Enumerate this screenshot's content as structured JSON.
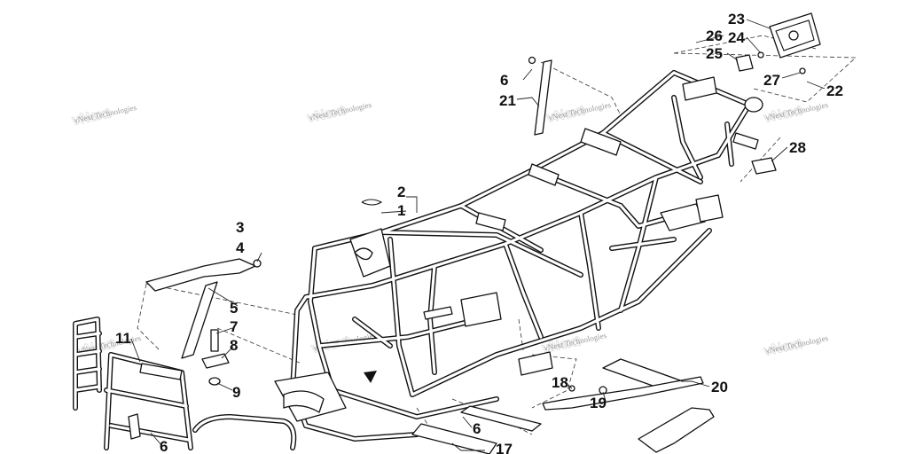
{
  "diagram": {
    "watermark_text": "vNext Technologies",
    "callouts": [
      {
        "id": "c1",
        "text": "1"
      },
      {
        "id": "c2",
        "text": "2"
      },
      {
        "id": "c3",
        "text": "3"
      },
      {
        "id": "c4",
        "text": "4"
      },
      {
        "id": "c5",
        "text": "5"
      },
      {
        "id": "c6a",
        "text": "6"
      },
      {
        "id": "c6b",
        "text": "6"
      },
      {
        "id": "c6c",
        "text": "6"
      },
      {
        "id": "c7",
        "text": "7"
      },
      {
        "id": "c8",
        "text": "8"
      },
      {
        "id": "c9",
        "text": "9"
      },
      {
        "id": "c11",
        "text": "11"
      },
      {
        "id": "c17",
        "text": "17"
      },
      {
        "id": "c18",
        "text": "18"
      },
      {
        "id": "c19",
        "text": "19"
      },
      {
        "id": "c20",
        "text": "20"
      },
      {
        "id": "c21",
        "text": "21"
      },
      {
        "id": "c22",
        "text": "22"
      },
      {
        "id": "c23",
        "text": "23"
      },
      {
        "id": "c24",
        "text": "24"
      },
      {
        "id": "c25",
        "text": "25"
      },
      {
        "id": "c26",
        "text": "26"
      },
      {
        "id": "c27",
        "text": "27"
      },
      {
        "id": "c28",
        "text": "28"
      }
    ]
  }
}
